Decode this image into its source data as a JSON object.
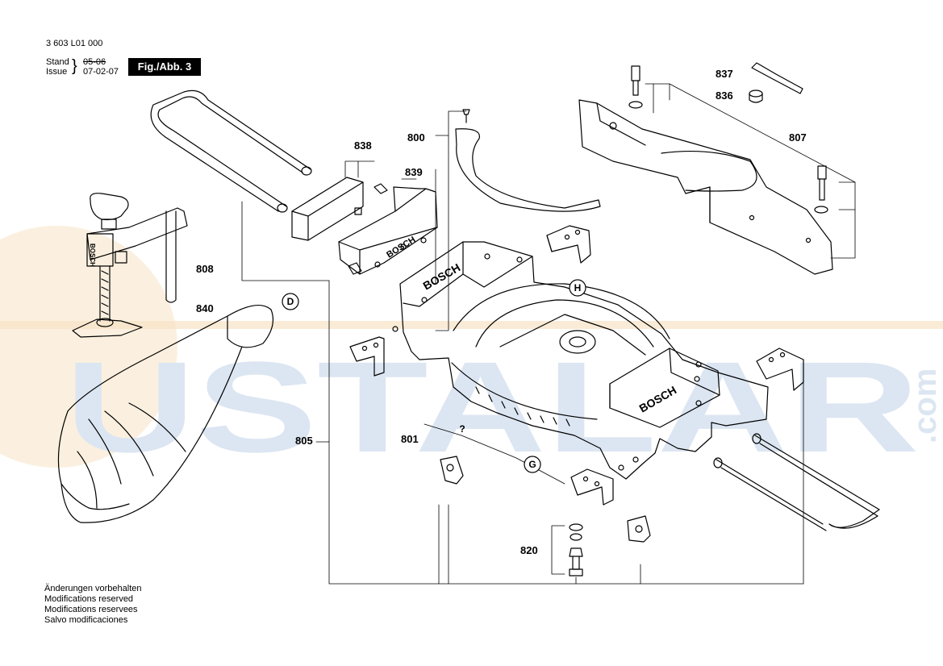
{
  "header": {
    "doc_number": "3 603 L01 000",
    "stand_label": "Stand",
    "issue_label": "Issue",
    "old_date": "05-06",
    "new_date": "07-02-07",
    "figure": "Fig./Abb. 3"
  },
  "notes": [
    "Änderungen vorbehalten",
    "Modifications reserved",
    "Modifications reservees",
    "Salvo modificaciones"
  ],
  "callouts": {
    "c837": "837",
    "c836": "836",
    "c807": "807",
    "c838": "838",
    "c839": "839",
    "c800": "800",
    "c808": "808",
    "c840": "840",
    "c805": "805",
    "c801": "801",
    "c820": "820"
  },
  "letters": {
    "D": "D",
    "H": "H",
    "G": "G",
    "q": "?"
  },
  "brand_marks": [
    "BOSCH",
    "BOSCH",
    "BOSCH",
    "BOSCH"
  ],
  "watermark": {
    "text": "USTALAR",
    "suffix": ".com",
    "colors": {
      "blue": "#dce6f2",
      "orange": "#f7e3c4"
    }
  }
}
